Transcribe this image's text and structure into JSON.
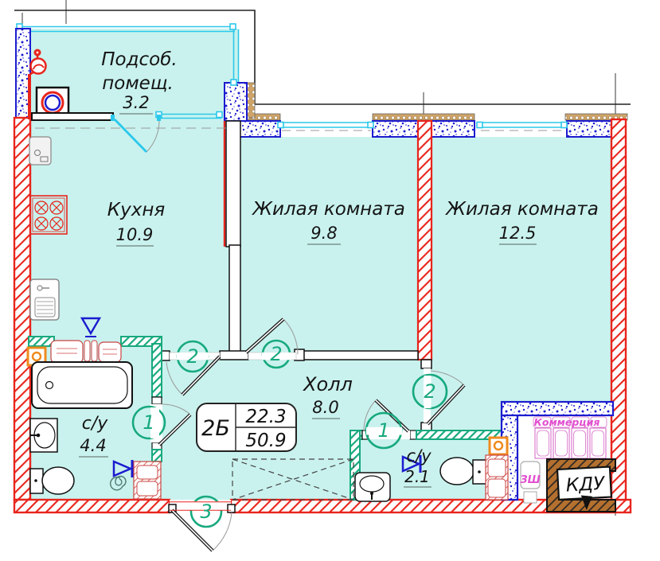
{
  "colors": {
    "floor": "#c9f2ee",
    "wall_red": "#e8251c",
    "wall_green": "#17a97e",
    "wall_blue": "#1c1ccf",
    "window_cyan": "#2bc8ea",
    "insulation_tan": "#cfa469",
    "kdu_brown": "#b4702f",
    "magenta": "#e24fd0",
    "orange": "#ef8b1d",
    "mark_green": "#17a97e",
    "text_dark": "#141414"
  },
  "rooms": {
    "utility": {
      "name_line1": "Подсоб.",
      "name_line2": "помещ.",
      "area": "3.2"
    },
    "kitchen": {
      "name": "Кухня",
      "area": "10.9"
    },
    "living1": {
      "name": "Жилая комната",
      "area": "9.8"
    },
    "living2": {
      "name": "Жилая комната",
      "area": "12.5"
    },
    "hall": {
      "name": "Холл",
      "area": "8.0"
    },
    "bath_main": {
      "name": "с/у",
      "area": "4.4"
    },
    "bath_guest": {
      "name": "с/у",
      "area": "2.1"
    }
  },
  "stamp": {
    "flat_type": "2Б",
    "area_living": "22.3",
    "area_total": "50.9"
  },
  "door_marks": {
    "kitchen_left": "2",
    "kitchen_right": "2",
    "living2_door": "2",
    "bath_main_door": "1",
    "bath_guest_door": "1",
    "entrance": "3"
  },
  "service_labels": {
    "commerce": "Коммерция",
    "kdu": "КДУ",
    "shaft": "ЗШ"
  }
}
